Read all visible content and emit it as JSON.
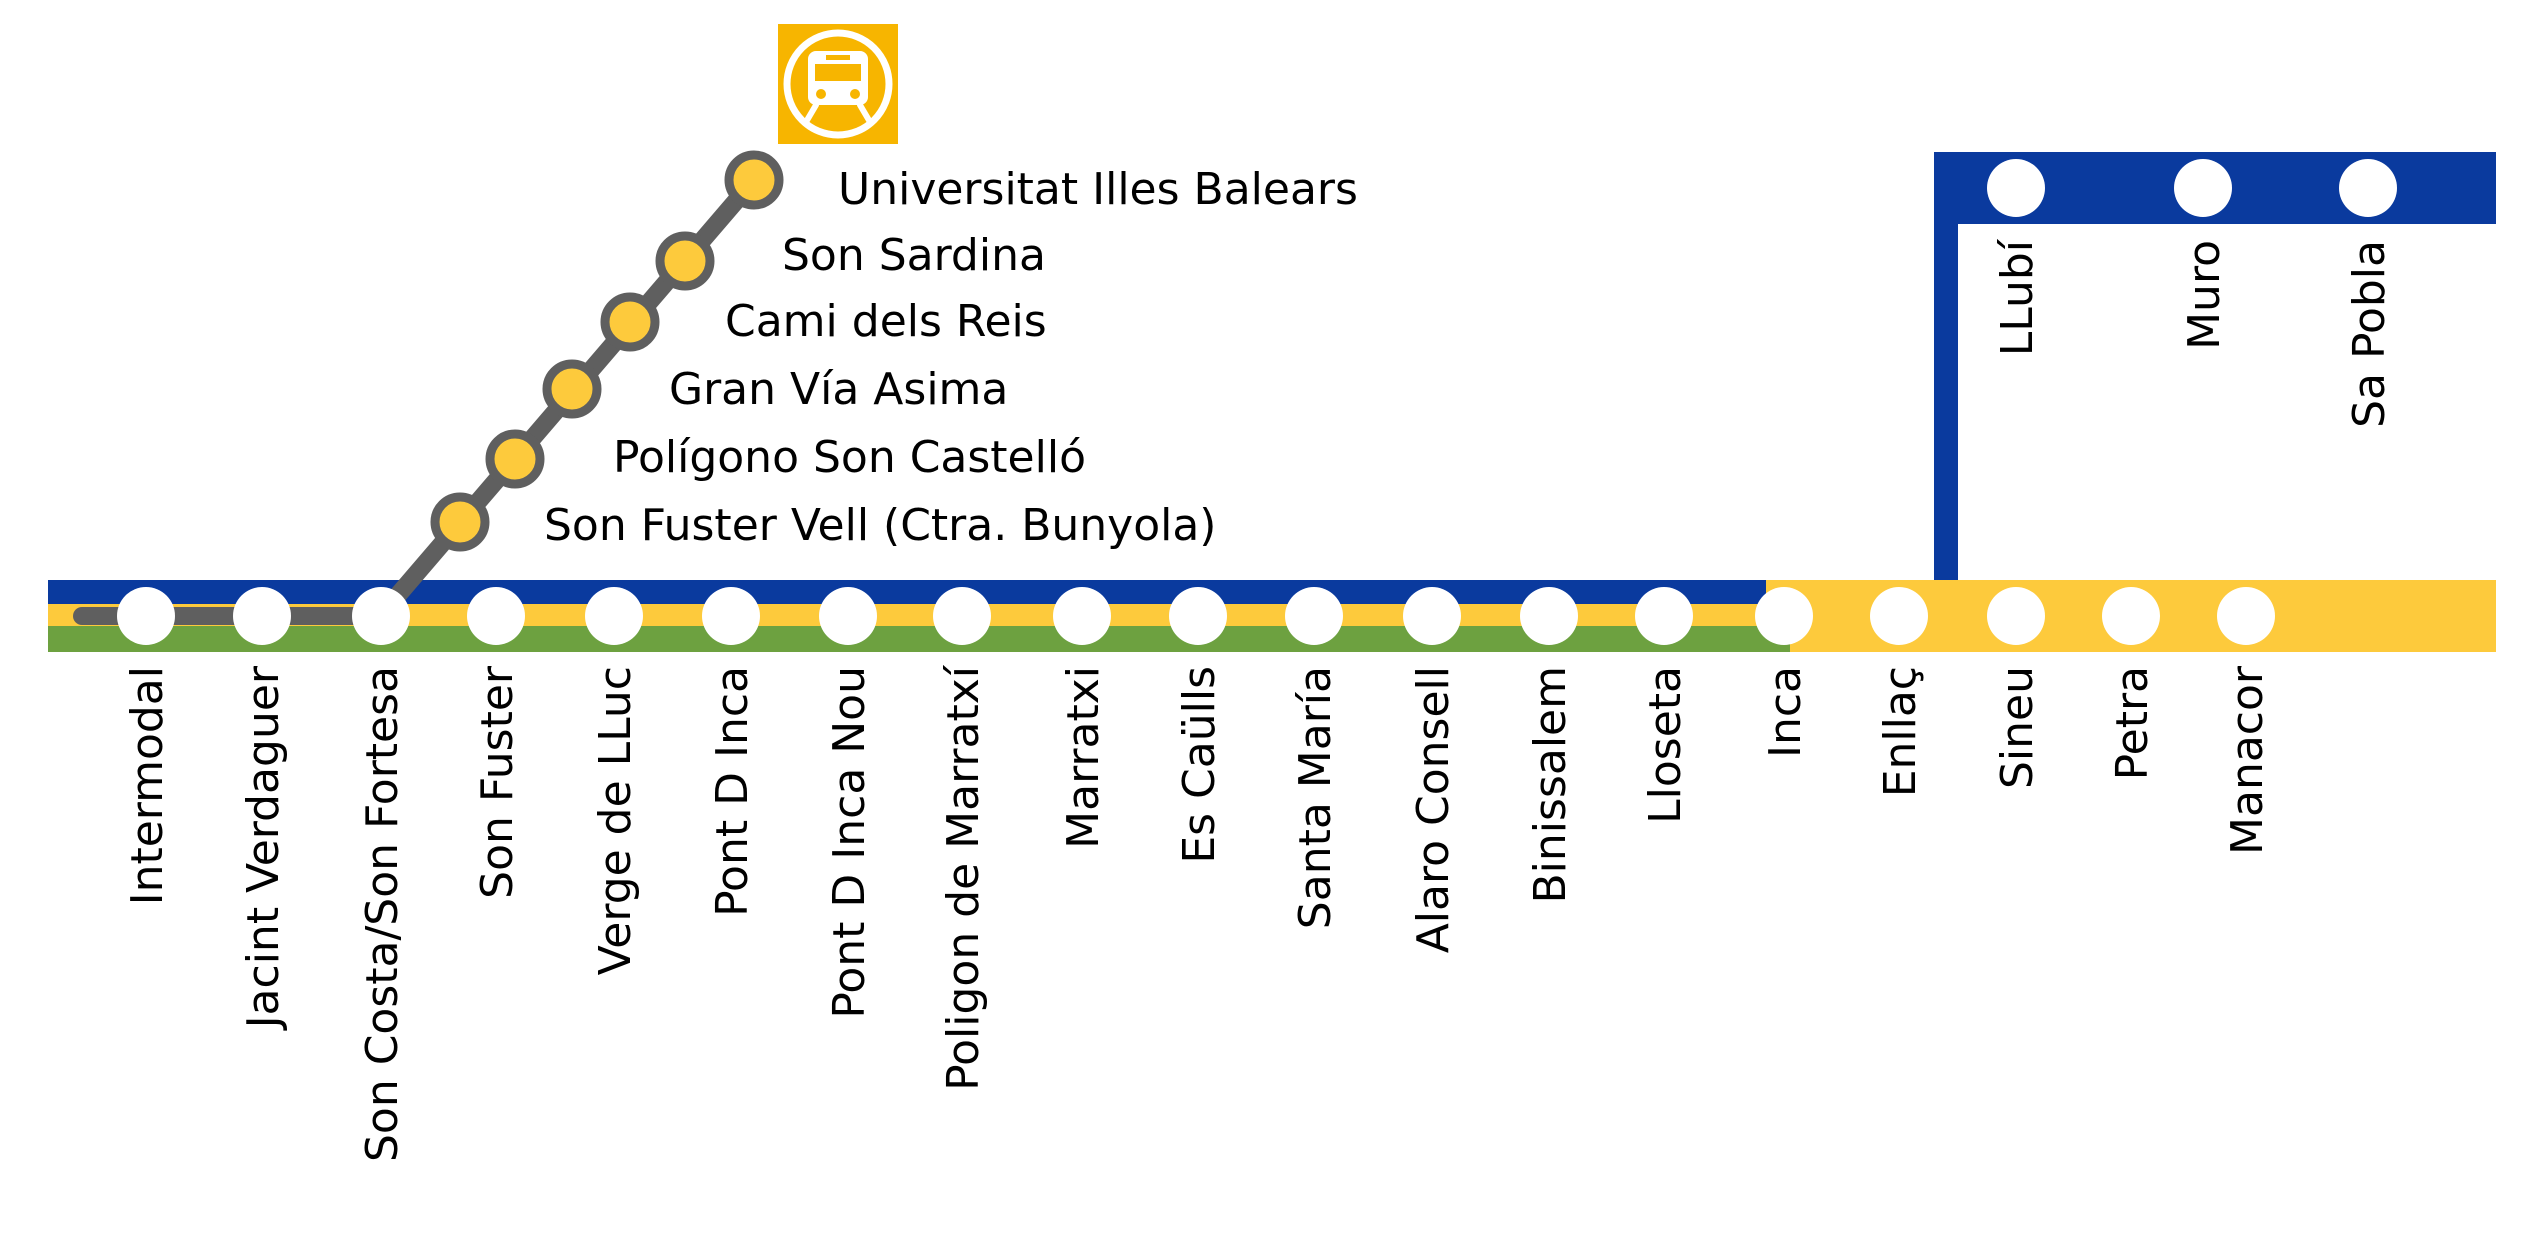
{
  "colors": {
    "blue": "#0a3a9e",
    "yellow": "#fdca3c",
    "green": "#6da140",
    "grey": "#5f5f5f",
    "station_white": "#ffffff",
    "metro_station": "#fdca3c",
    "logo_bg": "#f7b500"
  },
  "icons": {
    "metro_logo": "metro-train-icon"
  },
  "main_line": {
    "stations": [
      {
        "name": "Intermodal"
      },
      {
        "name": "Jacint Verdaguer"
      },
      {
        "name": "Son Costa/Son Fortesa"
      },
      {
        "name": "Son Fuster"
      },
      {
        "name": "Verge de LLuc"
      },
      {
        "name": "Pont D Inca"
      },
      {
        "name": "Pont D Inca Nou"
      },
      {
        "name": "Poligon de Marratxí"
      },
      {
        "name": "Marratxi"
      },
      {
        "name": "Es Caülls"
      },
      {
        "name": "Santa María"
      },
      {
        "name": "Alaro Consell"
      },
      {
        "name": "Binissalem"
      },
      {
        "name": "Lloseta"
      },
      {
        "name": "Inca"
      },
      {
        "name": "Enllaç"
      },
      {
        "name": "Sineu"
      },
      {
        "name": "Petra"
      },
      {
        "name": "Manacor"
      }
    ]
  },
  "metro_branch": {
    "stations": [
      {
        "name": "Son Fuster Vell (Ctra. Bunyola)"
      },
      {
        "name": "Polígono Son Castelló"
      },
      {
        "name": "Gran Vía Asima"
      },
      {
        "name": "Cami dels Reis"
      },
      {
        "name": "Son Sardina"
      },
      {
        "name": "Universitat Illes Balears"
      }
    ]
  },
  "sa_pobla_branch": {
    "stations": [
      {
        "name": "LLubí"
      },
      {
        "name": "Muro"
      },
      {
        "name": "Sa Pobla"
      }
    ]
  }
}
